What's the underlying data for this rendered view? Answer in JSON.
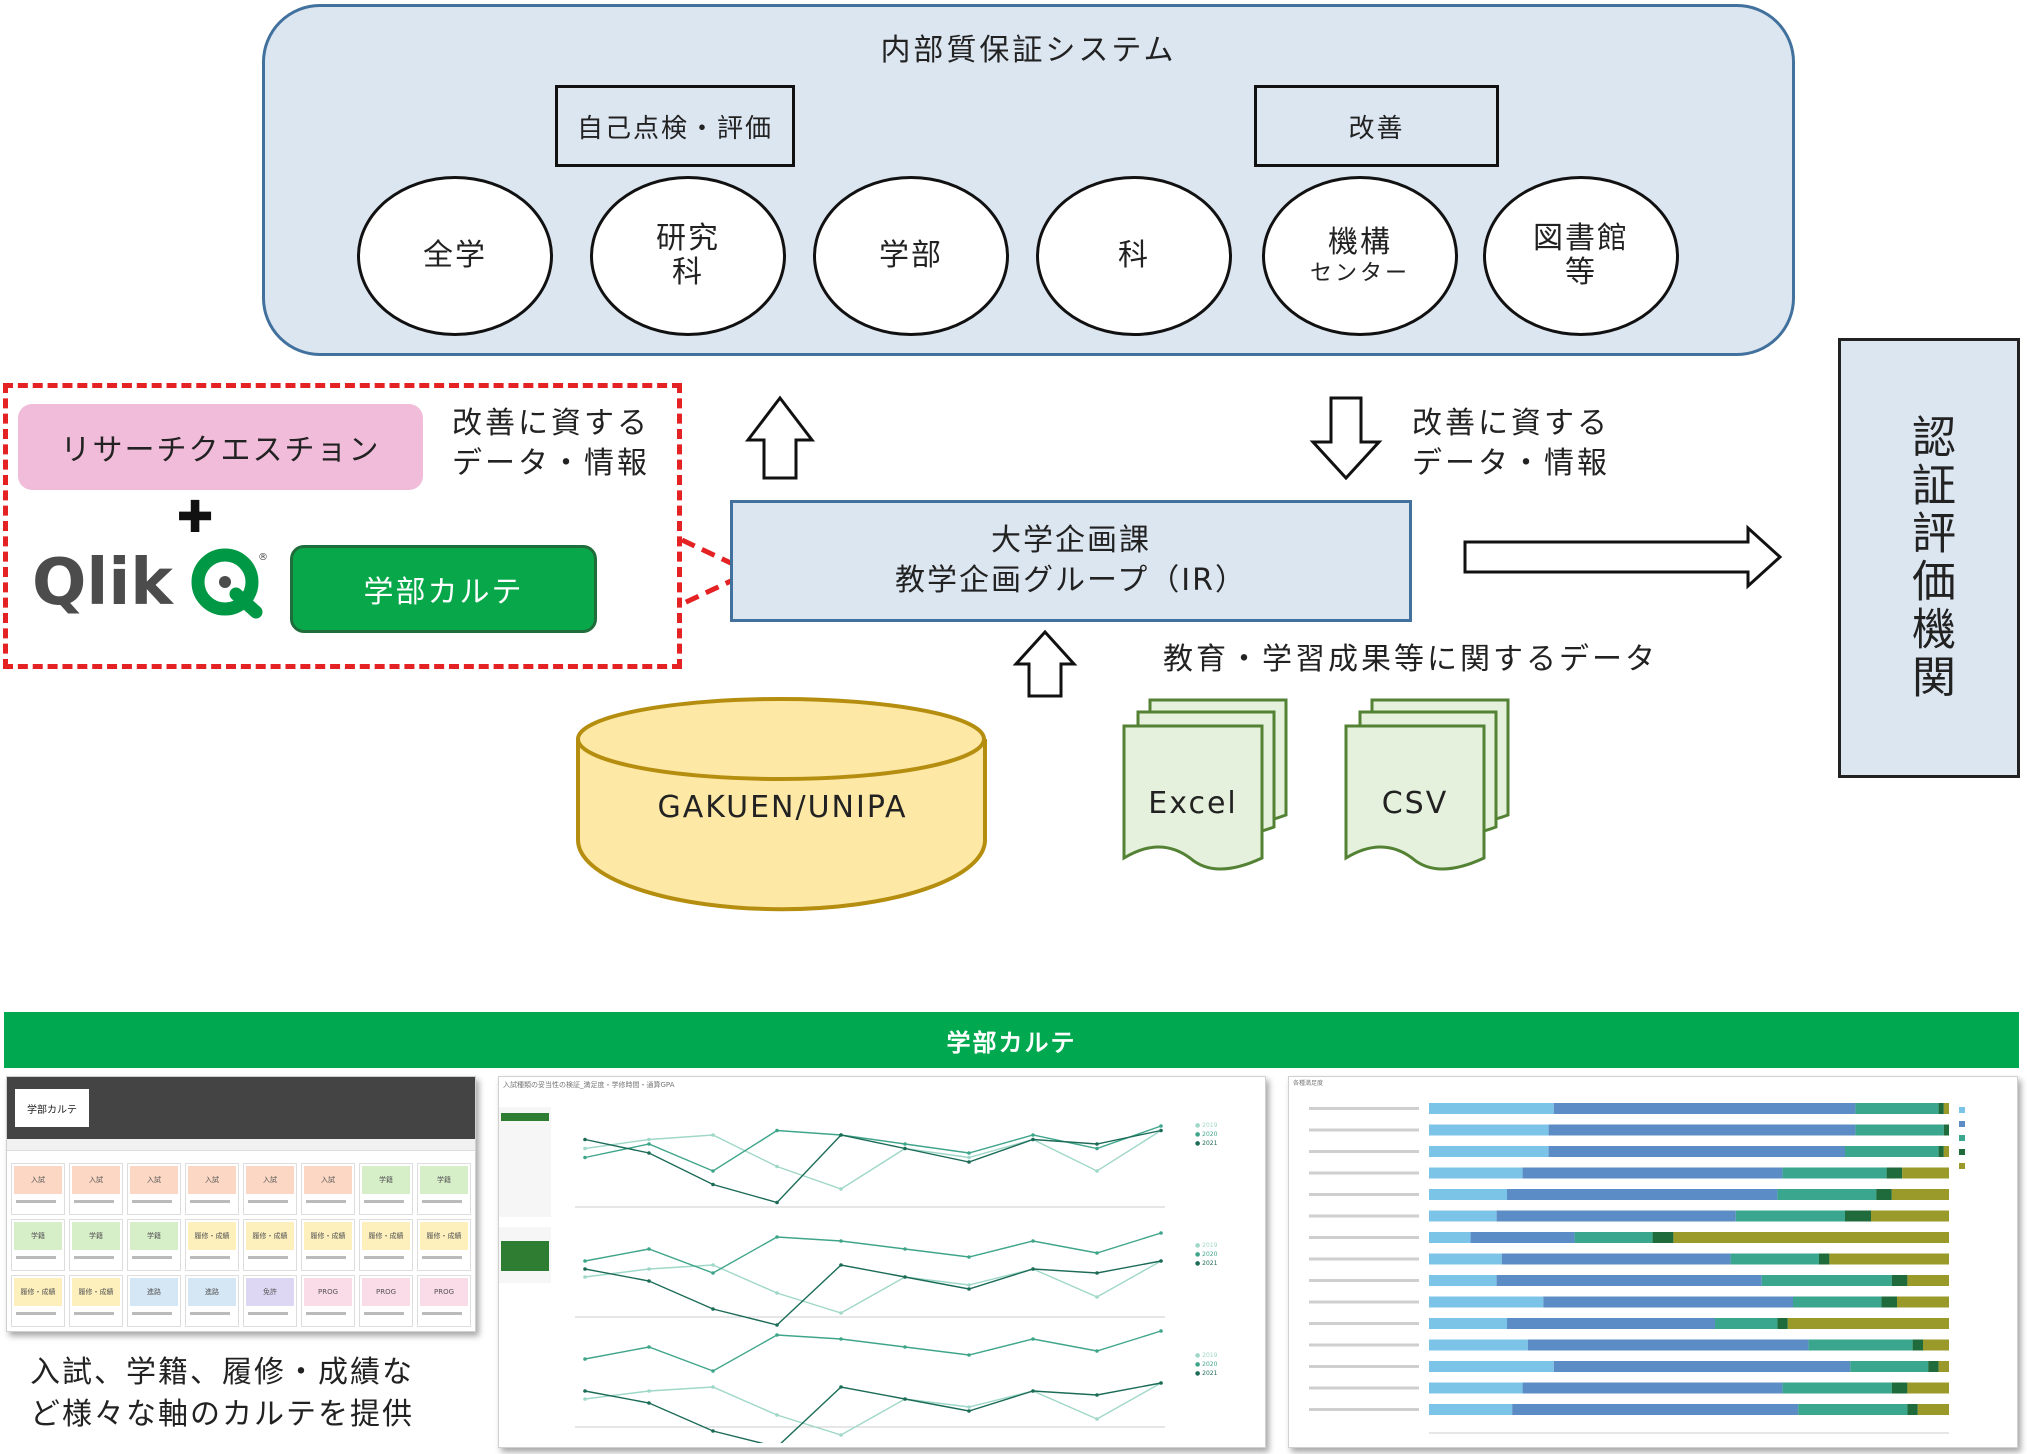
{
  "qa_system": {
    "title": "内部質保証システム",
    "self_check_label": "自己点検・評価",
    "improve_label": "改善",
    "units": [
      {
        "main": "全学",
        "sub": ""
      },
      {
        "main": "研究\n科",
        "sub": ""
      },
      {
        "main": "学部",
        "sub": ""
      },
      {
        "main": "科",
        "sub": ""
      },
      {
        "main": "機構",
        "sub": "センター"
      },
      {
        "main": "図書館\n等",
        "sub": ""
      }
    ]
  },
  "flows": {
    "up_label": "改善に資する\nデータ・情報",
    "down_label": "改善に資する\nデータ・情報",
    "outcome_label": "教育・学習成果等に関するデータ"
  },
  "ir_office": {
    "line1": "大学企画課",
    "line2": "教学企画グループ（IR）"
  },
  "accreditation": {
    "label": "認証評価機関"
  },
  "tools": {
    "research_question": "リサーチクエスチョン",
    "plus": "✚",
    "qlik_logo": "Qlik",
    "karte": "学部カルテ"
  },
  "sources": {
    "database": "GAKUEN/UNIPA",
    "excel": "Excel",
    "csv": "CSV"
  },
  "banner": {
    "title": "学部カルテ"
  },
  "caption": "入試、学籍、履修・成績な\nど様々な軸のカルテを提供",
  "screenshots": {
    "menu": {
      "title": "学部カルテ",
      "tiles": [
        {
          "label": "入試",
          "color": "#fbd7c4"
        },
        {
          "label": "入試",
          "color": "#fbd7c4"
        },
        {
          "label": "入試",
          "color": "#fbd7c4"
        },
        {
          "label": "入試",
          "color": "#fbd7c4"
        },
        {
          "label": "入試",
          "color": "#fbd7c4"
        },
        {
          "label": "入試",
          "color": "#fbd7c4"
        },
        {
          "label": "学籍",
          "color": "#d7efc9"
        },
        {
          "label": "学籍",
          "color": "#d7efc9"
        },
        {
          "label": "学籍",
          "color": "#d7efc9"
        },
        {
          "label": "学籍",
          "color": "#d7efc9"
        },
        {
          "label": "学籍",
          "color": "#d7efc9"
        },
        {
          "label": "履修・成績",
          "color": "#fdf0bd"
        },
        {
          "label": "履修・成績",
          "color": "#fdf0bd"
        },
        {
          "label": "履修・成績",
          "color": "#fdf0bd"
        },
        {
          "label": "履修・成績",
          "color": "#fdf0bd"
        },
        {
          "label": "履修・成績",
          "color": "#fdf0bd"
        },
        {
          "label": "履修・成績",
          "color": "#fdf0bd"
        },
        {
          "label": "履修・成績",
          "color": "#fdf0bd"
        },
        {
          "label": "進路",
          "color": "#d5e6f5"
        },
        {
          "label": "進路",
          "color": "#d5e6f5"
        },
        {
          "label": "免許",
          "color": "#ddd7f3"
        },
        {
          "label": "PROG",
          "color": "#fadbe8"
        },
        {
          "label": "PROG",
          "color": "#fadbe8"
        },
        {
          "label": "PROG",
          "color": "#fadbe8"
        }
      ]
    },
    "line_chart": {
      "header": "入試種類の妥当性の検証_満足度・学修時間・通算GPA",
      "series": [
        {
          "name": "2019",
          "color": "#9fd7c8",
          "values": [
            4.3,
            4.5,
            4.6,
            3.9,
            3.4,
            4.3,
            4.1,
            4.5,
            3.8,
            4.7
          ]
        },
        {
          "name": "2020",
          "color": "#3fa58a",
          "values": [
            4.1,
            4.4,
            3.8,
            4.7,
            4.6,
            4.4,
            4.2,
            4.6,
            4.3,
            4.8
          ]
        },
        {
          "name": "2021",
          "color": "#1b6b57",
          "values": [
            4.5,
            4.2,
            3.5,
            3.1,
            4.6,
            4.3,
            4.0,
            4.5,
            4.4,
            4.7
          ]
        }
      ]
    },
    "bar_chart": {
      "header": "各種満足度",
      "colors": [
        "#7cc3e8",
        "#5b8cc5",
        "#3aa68d",
        "#1f6b3b",
        "#9a9a2a"
      ],
      "rows": [
        [
          24,
          58,
          16,
          1,
          1
        ],
        [
          23,
          59,
          17,
          1,
          0
        ],
        [
          23,
          57,
          18,
          1,
          1
        ],
        [
          18,
          50,
          20,
          3,
          9
        ],
        [
          15,
          52,
          19,
          3,
          11
        ],
        [
          13,
          46,
          21,
          5,
          15
        ],
        [
          8,
          20,
          15,
          4,
          53
        ],
        [
          14,
          44,
          17,
          2,
          23
        ],
        [
          13,
          51,
          25,
          3,
          8
        ],
        [
          22,
          48,
          17,
          3,
          10
        ],
        [
          15,
          40,
          12,
          2,
          31
        ],
        [
          19,
          54,
          20,
          2,
          5
        ],
        [
          24,
          57,
          15,
          2,
          2
        ],
        [
          18,
          50,
          21,
          3,
          8
        ],
        [
          16,
          55,
          21,
          2,
          6
        ]
      ]
    }
  }
}
